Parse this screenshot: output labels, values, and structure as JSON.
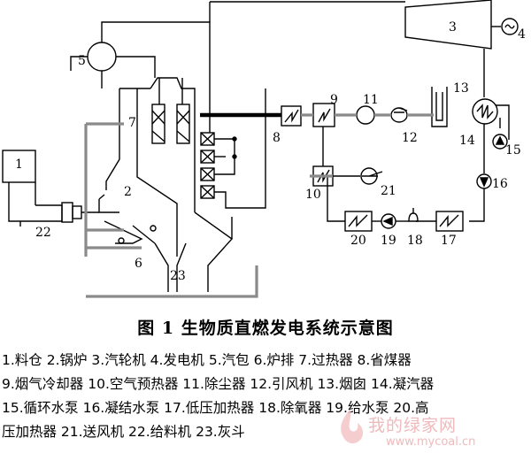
{
  "figure": {
    "caption": "图 1    生物质直燃发电系统示意图"
  },
  "labels": {
    "n1": "1",
    "n2": "2",
    "n3": "3",
    "n4": "4",
    "n5": "5",
    "n6": "6",
    "n7": "7",
    "n8": "8",
    "n9": "9",
    "n10": "10",
    "n11": "11",
    "n12": "12",
    "n13": "13",
    "n14": "14",
    "n15": "15",
    "n16": "16",
    "n17": "17",
    "n18": "18",
    "n19": "19",
    "n20": "20",
    "n21": "21",
    "n22": "22",
    "n23": "23"
  },
  "legend_lines": [
    "1.料仓  2.锅炉  3.汽轮机  4.发电机  5.汽包  6.炉排  7.过热器  8.省煤器",
    "9.烟气冷却器  10.空气预热器  11.除尘器  12.引风机  13.烟囱  14.凝汽器",
    "15.循环水泵  16.凝结水泵  17.低压加热器  18.除氧器  19.给水泵  20.高",
    "压加热器  21.送风机  22.给料机  23.灰斗"
  ],
  "watermark": {
    "text": "我的绿家网",
    "url": "www.mycoal.cn"
  },
  "colors": {
    "line": "#000000",
    "flue_gas": "#8a8a8a",
    "watermark": "#e9a3a6"
  }
}
